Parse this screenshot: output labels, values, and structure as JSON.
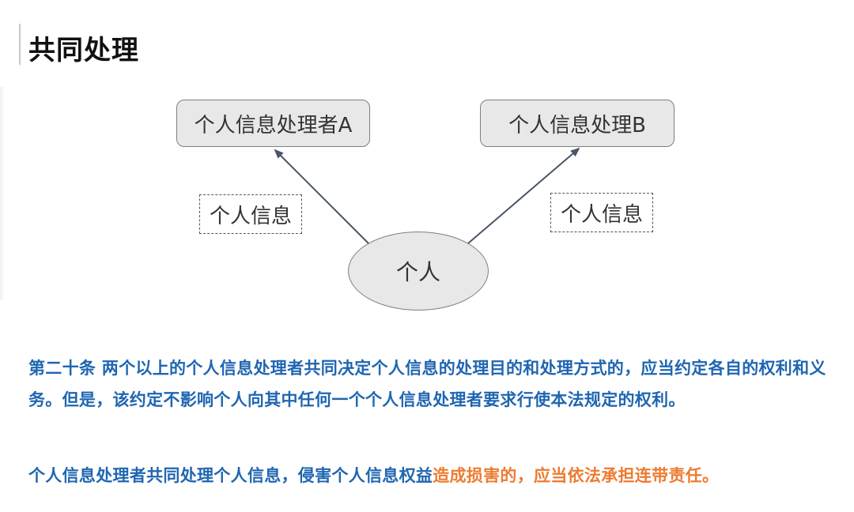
{
  "header": {
    "title": "共同处理"
  },
  "diagram": {
    "processor_a": "个人信息处理者A",
    "processor_b": "个人信息处理B",
    "info_left": "个人信息",
    "info_right": "个人信息",
    "person": "个人"
  },
  "text": {
    "article": "第二十条 两个以上的个人信息处理者共同决定个人信息的处理目的和处理方式的，应当约定各自的权利和义务。但是，该约定不影响个人向其中任何一个个人信息处理者要求行使本法规定的权利。",
    "liability_part1": "个人信息处理者共同处理个人信息，侵害个人信息权益",
    "liability_part2": "造成损害的，应当依法承担连带责任。"
  },
  "colors": {
    "text_blue": "#1f66b1",
    "text_orange": "#ee7b30",
    "box_fill": "#e8e8e8",
    "box_border": "#7f7f7f",
    "arrow": "#4a5568"
  }
}
